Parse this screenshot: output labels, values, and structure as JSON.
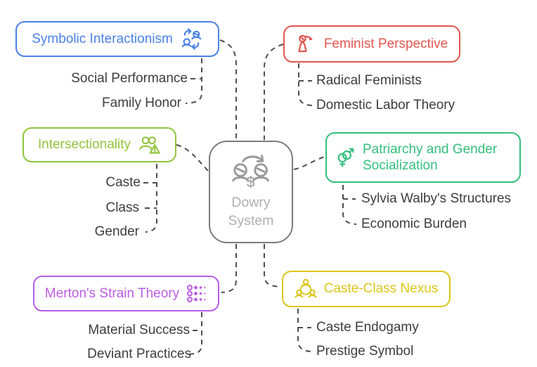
{
  "center_node": {
    "label": "Dowry System",
    "icon": "money-exchange-icon",
    "icon_dollar": "$",
    "border_color": "#7b7b7b",
    "text_color": "#b0b0b0",
    "icon_color": "#9a9a9a"
  },
  "connectors": {
    "color": "#4d4d4d",
    "style": "dashed"
  },
  "sub_text_color": "#3d3d3d",
  "nodes": [
    {
      "id": "symbolic-interactionism",
      "label": "Symbolic Interactionism",
      "color": "#4a81e8",
      "icon": "social-interaction-icon",
      "icon_side": "right",
      "children": [
        {
          "label": "Social Performance"
        },
        {
          "label": "Family Honor"
        }
      ]
    },
    {
      "id": "feminist-perspective",
      "label": "Feminist Perspective",
      "color": "#e0564e",
      "icon": "woman-declining-arrow-icon",
      "icon_side": "left",
      "children": [
        {
          "label": "Radical Feminists"
        },
        {
          "label": "Domestic Labor Theory"
        }
      ]
    },
    {
      "id": "intersectionality",
      "label": "Intersectionality",
      "color": "#92c43d",
      "icon": "people-warning-icon",
      "icon_side": "right",
      "children": [
        {
          "label": "Caste"
        },
        {
          "label": "Class"
        },
        {
          "label": "Gender"
        }
      ]
    },
    {
      "id": "patriarchy-gender-socialization",
      "label": "Patriarchy and Gender Socialization",
      "color": "#33bf7c",
      "icon": "gender-symbols-icon",
      "icon_side": "left",
      "children": [
        {
          "label": "Sylvia Walby's Structures"
        },
        {
          "label": "Economic Burden"
        }
      ]
    },
    {
      "id": "mertons-strain-theory",
      "label": "Merton's Strain Theory",
      "color": "#bb5ce4",
      "icon": "halftone-dots-icon",
      "icon_side": "right",
      "children": [
        {
          "label": "Material Success"
        },
        {
          "label": "Deviant Practices"
        }
      ]
    },
    {
      "id": "caste-class-nexus",
      "label": "Caste-Class Nexus",
      "color": "#ddc61a",
      "icon": "people-network-icon",
      "icon_side": "left",
      "children": [
        {
          "label": "Caste Endogamy"
        },
        {
          "label": "Prestige Symbol"
        }
      ]
    }
  ]
}
